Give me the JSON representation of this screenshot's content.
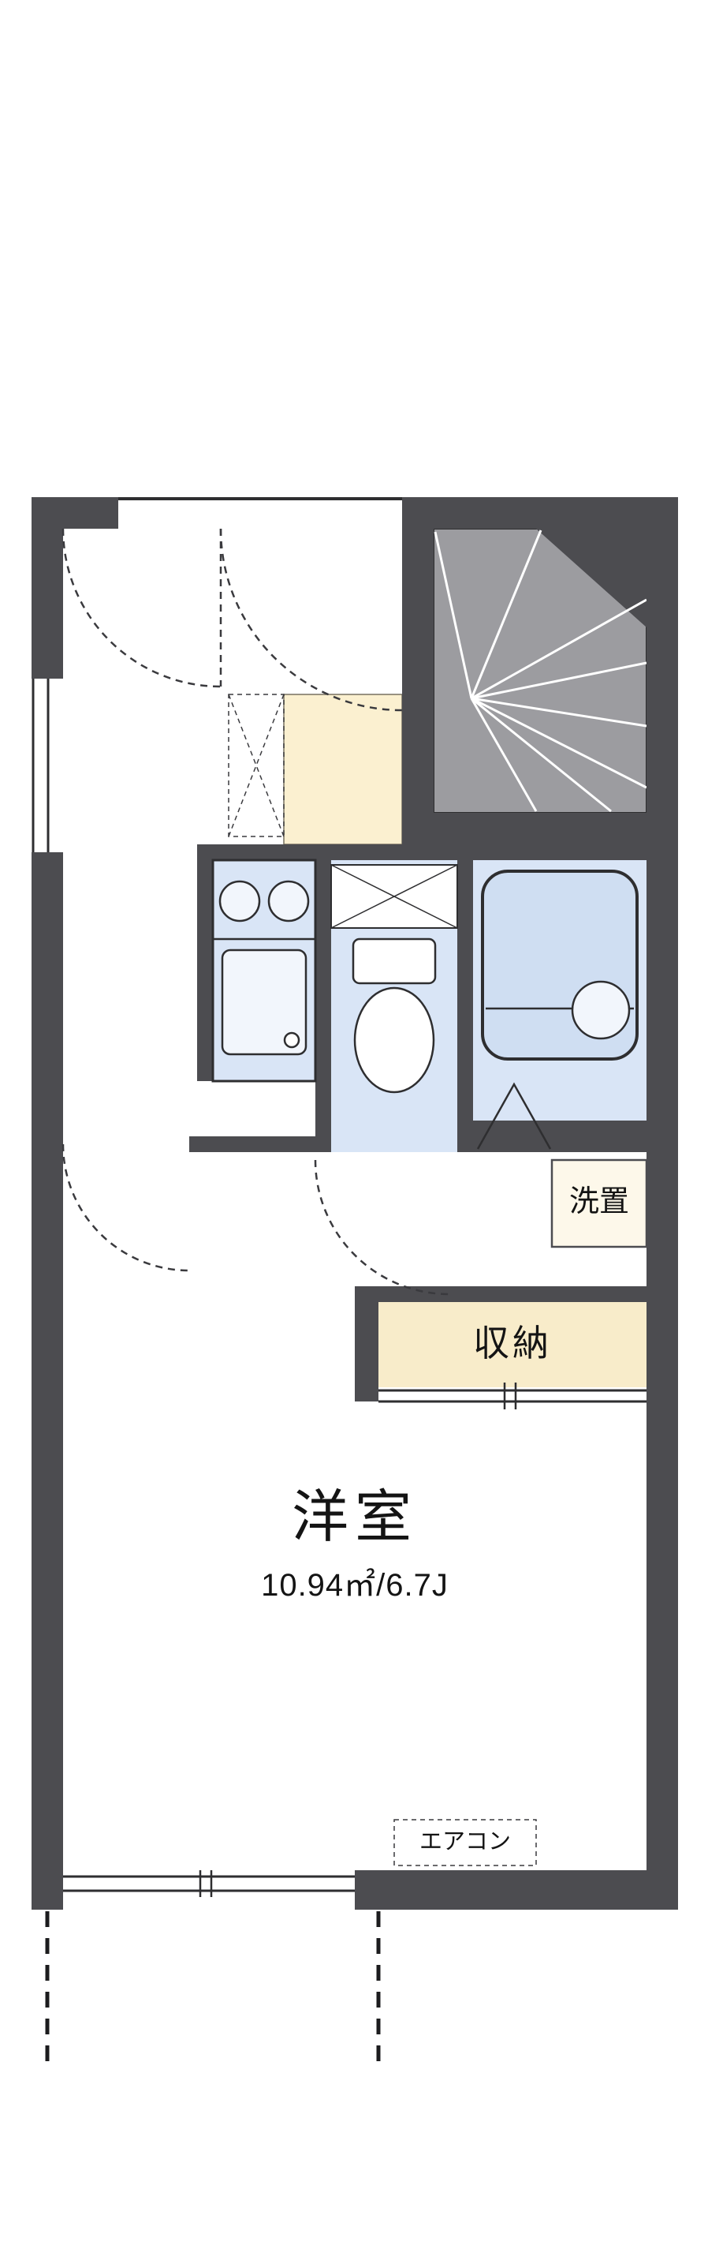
{
  "floorplan": {
    "labels": {
      "main_room_name": "洋室",
      "main_room_size": "10.94㎡/6.7J",
      "closet": "収納",
      "washer_place": "洗置",
      "air_conditioner": "エアコン"
    },
    "colors": {
      "wall": "#4c4c50",
      "water_area": "#d9e5f6",
      "tub_fill": "#cfdef2",
      "fixture_light": "#f2f6fc",
      "stair": "#9c9ca0",
      "genkan_floor": "#fbf0d0",
      "closet_floor": "#f8ecca",
      "washer_box": "#fdf8ea"
    }
  }
}
